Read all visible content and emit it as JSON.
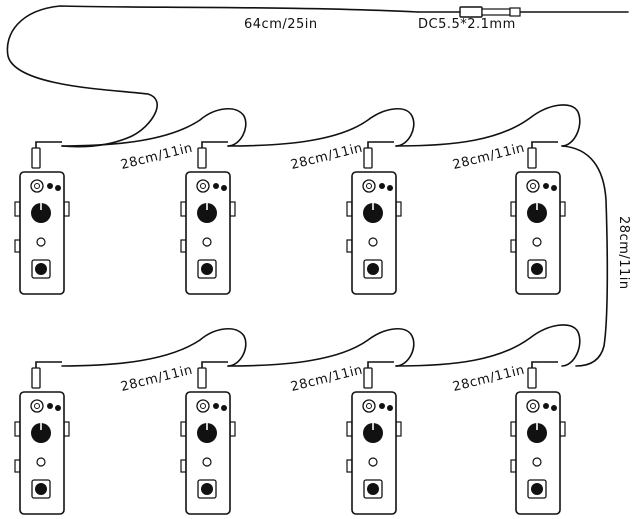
{
  "diagram": {
    "main_cable_label": "64cm/25in",
    "dc_plug_label": "DC5.5*2.1mm",
    "link_cable_label": "28cm/11in",
    "link_labels": [
      "28cm/11in",
      "28cm/11in",
      "28cm/11in",
      "28cm/11in",
      "28cm/11in",
      "28cm/11in",
      "28cm/11in"
    ],
    "pedal_count": 8,
    "line_color": "#111111",
    "background": "#ffffff"
  }
}
